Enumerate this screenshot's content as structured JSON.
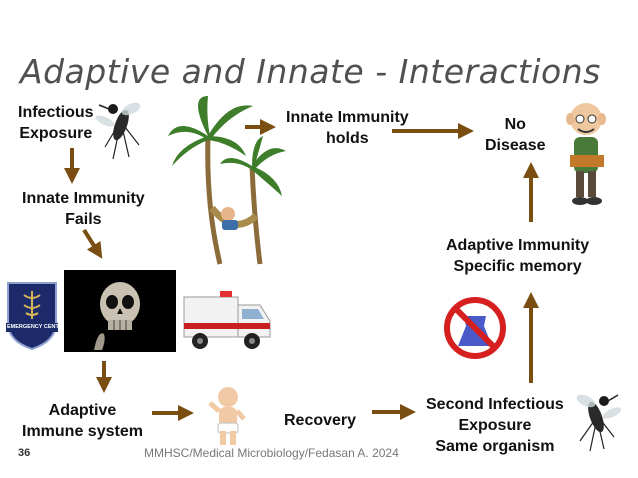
{
  "slide": {
    "title": "Adaptive and Innate - Interactions",
    "page_number": "36",
    "footer": "MMHSC/Medical Microbiology/Fedasan A. 2024"
  },
  "labels": {
    "infectious_exposure": "Infectious\nExposure",
    "innate_fails": "Innate Immunity\nFails",
    "innate_holds": "Innate Immunity\nholds",
    "no_disease": "No\nDisease",
    "adaptive_specific": "Adaptive Immunity\nSpecific memory",
    "adaptive_immune_system": "Adaptive\nImmune system",
    "recovery": "Recovery",
    "second_exposure": "Second Infectious\nExposure\nSame organism"
  },
  "images": {
    "emergency_badge": "EMERGENCY CENTER"
  },
  "colors": {
    "arrow": "#7a4e10",
    "title": "#505050"
  }
}
